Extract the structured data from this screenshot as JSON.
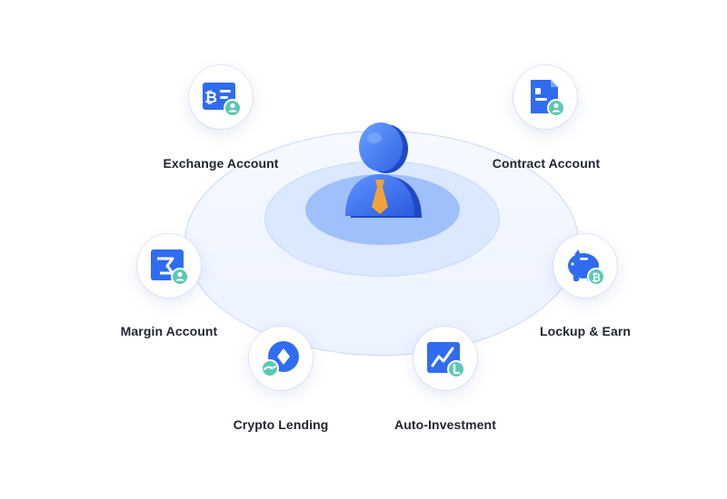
{
  "nodes": [
    {
      "id": "exchange",
      "label": "Exchange Account",
      "icon": "exchange-account-icon"
    },
    {
      "id": "contract",
      "label": "Contract Account",
      "icon": "contract-account-icon"
    },
    {
      "id": "margin",
      "label": "Margin Account",
      "icon": "margin-account-icon"
    },
    {
      "id": "lockup",
      "label": "Lockup & Earn",
      "icon": "piggy-bank-icon"
    },
    {
      "id": "lending",
      "label": "Crypto Lending",
      "icon": "crypto-lending-icon"
    },
    {
      "id": "auto",
      "label": "Auto-Investment",
      "icon": "auto-investment-icon"
    }
  ],
  "center": {
    "icon": "user-avatar-icon"
  },
  "colors": {
    "primary": "#2f6cf0",
    "accent": "#5cc7b4",
    "ring": "#dbe8ff"
  }
}
